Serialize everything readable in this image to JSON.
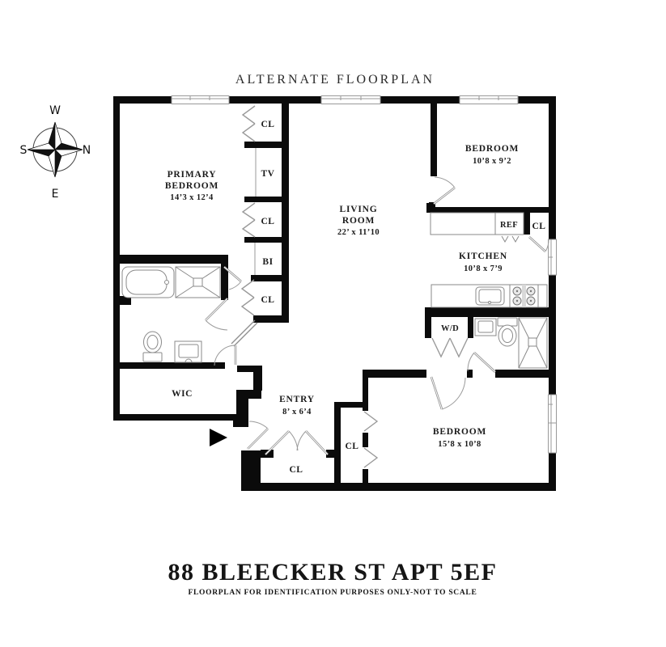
{
  "title": "ALTERNATE FLOORPLAN",
  "footer": {
    "address": "88 BLEECKER ST APT 5EF",
    "disclaimer": "FLOORPLAN FOR IDENTIFICATION PURPOSES ONLY-NOT TO SCALE"
  },
  "compass": {
    "top": "W",
    "right": "N",
    "bottom": "E",
    "left": "S"
  },
  "rooms": {
    "primary_bedroom": {
      "line1": "PRIMARY",
      "line2": "BEDROOM",
      "dims": "14’3 x 12’4"
    },
    "living_room": {
      "line1": "LIVING",
      "line2": "ROOM",
      "dims": "22’ x 11’10"
    },
    "bedroom_ne": {
      "name": "BEDROOM",
      "dims": "10’8 x 9’2"
    },
    "kitchen": {
      "name": "KITCHEN",
      "dims": "10’8 x 7’9"
    },
    "bedroom_se": {
      "name": "BEDROOM",
      "dims": "15’8 x 10’8"
    },
    "entry": {
      "name": "ENTRY",
      "dims": "8’ x 6’4"
    },
    "wic": "WIC"
  },
  "labels": {
    "closet": "CL",
    "tv": "TV",
    "built_in": "BI",
    "fridge": "REF",
    "washer_dryer": "W/D"
  },
  "colors": {
    "wall": "#0b0b0b",
    "line": "#8f8f8f",
    "text": "#1b1b1b",
    "background": "#ffffff"
  }
}
